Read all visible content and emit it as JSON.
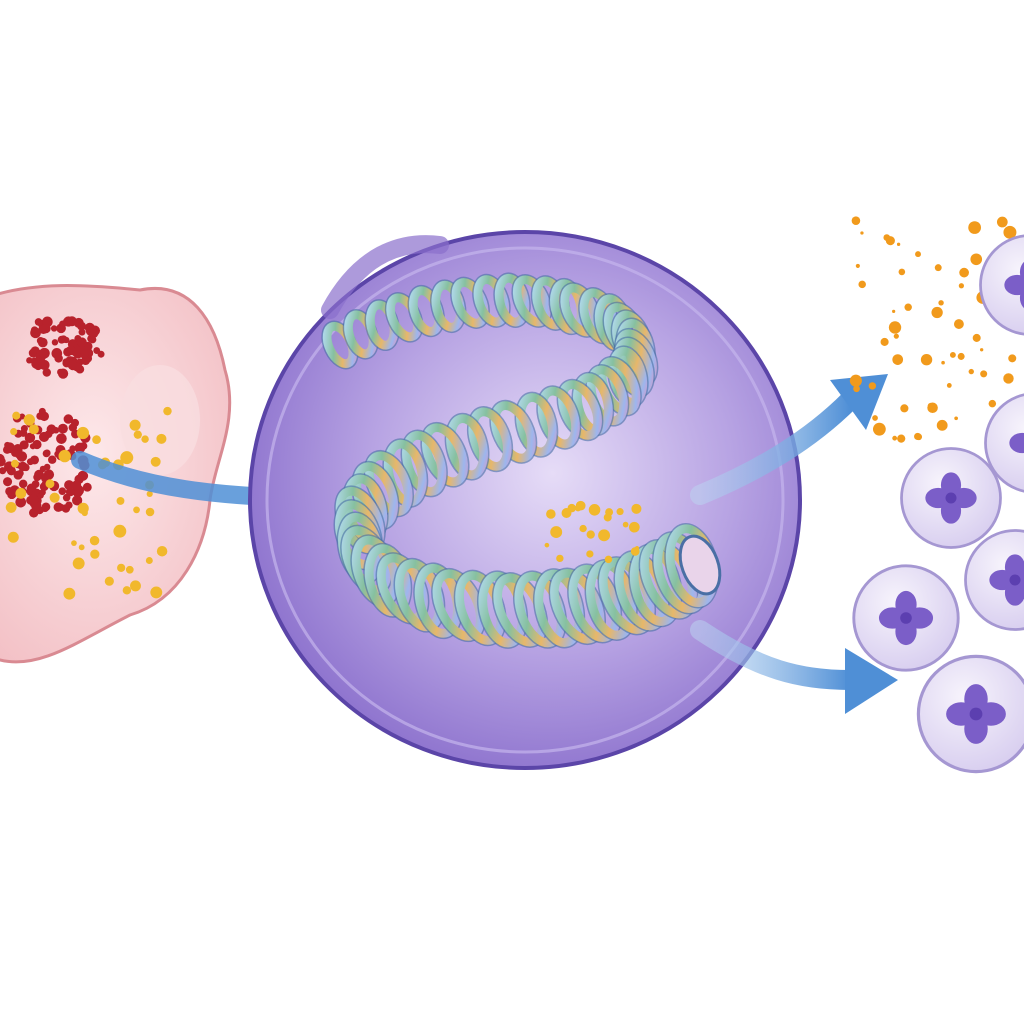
{
  "colors": {
    "background": "#ffffff",
    "source_cell_fill": "#f7d3d6",
    "source_cell_edge": "#d98a92",
    "red_granule": "#b8222c",
    "yellow_granule": "#f1b82c",
    "nucleus_fill": "#9f86d6",
    "nucleus_edge": "#5b45a8",
    "coil_main": "#8ec4e8",
    "coil_edge": "#4a6fa5",
    "arrow": "#4f8fd6",
    "orange_particle": "#f19a1c",
    "daughter_cell_fill": "#e4ddf3",
    "daughter_cell_edge": "#a597d2",
    "flower_mark": "#7b5ec8"
  },
  "icons": [
    "source-cell",
    "granule-cluster",
    "cell-nucleus",
    "coiled-chromosome",
    "arrow",
    "released-particles",
    "daughter-cell"
  ]
}
